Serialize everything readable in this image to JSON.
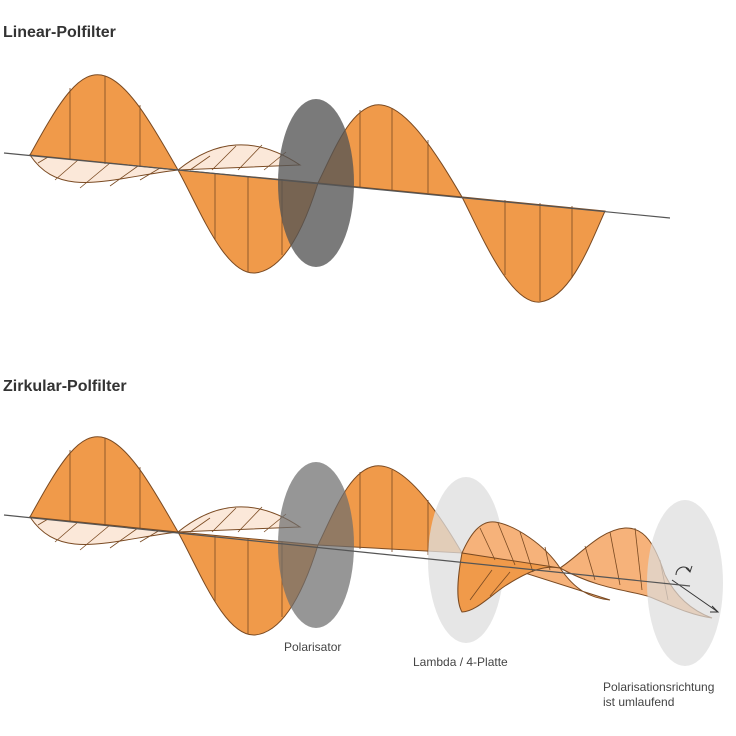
{
  "titles": {
    "linear": "Linear-Polfilter",
    "circular": "Zirkular-Polfilter"
  },
  "labels": {
    "polarizer": "Polarisator",
    "quarter_wave": "Lambda / 4-Platte",
    "direction_line1": "Polarisationsrichtung",
    "direction_line2": "ist umlaufend"
  },
  "colors": {
    "wave_fill": "#f09a4a",
    "wave_light": "#fbe8d9",
    "wave_stroke": "#7a4a22",
    "polarizer_dark": "#555555",
    "polarizer_mid": "#6d6d6d",
    "plate": "#dddddd"
  }
}
